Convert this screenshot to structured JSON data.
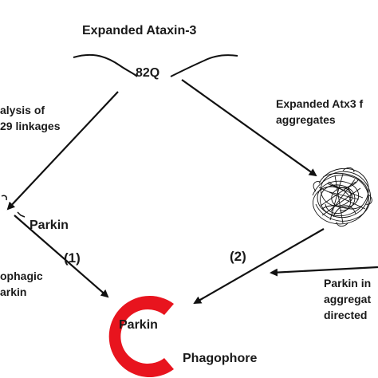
{
  "title": "Expanded Ataxin-3",
  "repeat": "82Q",
  "left_label": {
    "line1": "alysis of",
    "line2": "29 linkages"
  },
  "parkin_left": "Parkin",
  "left_bottom": {
    "line1": "ophagic",
    "line2": "arkin"
  },
  "pathway1": "(1)",
  "pathway2": "(2)",
  "right_label": {
    "line1": "Expanded Atx3 f",
    "line2": "aggregates"
  },
  "right_bottom": {
    "line1": "Parkin in",
    "line2": "aggregat",
    "line3": "directed"
  },
  "parkin_center": "Parkin",
  "phagophore": "Phagophore",
  "colors": {
    "phagophore": "#e8141e",
    "arrow": "#111111",
    "text": "#1a1a1a"
  }
}
